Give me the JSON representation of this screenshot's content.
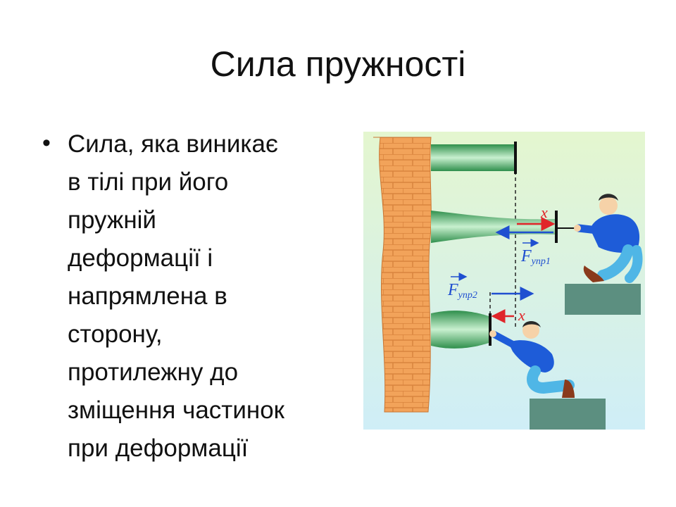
{
  "slide": {
    "title": "Сила пружності",
    "bullet_lines": [
      "Сила, яка виникає",
      "в тілі при його",
      "пружній",
      "деформації і",
      "напрямлена в",
      "сторону,",
      "протилежну до",
      "зміщення частинок",
      "при деформації"
    ]
  },
  "figure": {
    "labels": {
      "x_top": "x",
      "x_bottom": "x",
      "f1_main": "F",
      "f1_sub": "упр1",
      "f2_main": "F",
      "f2_sub": "упр2"
    },
    "colors": {
      "background": "#dcf2e6",
      "wall": "#f2a35a",
      "spring": "#3fae5f",
      "force_arrow": "#1f4fd0",
      "displacement_arrow": "#e0262a",
      "shirt": "#1e5cd8",
      "platform": "#5c8f80"
    }
  }
}
